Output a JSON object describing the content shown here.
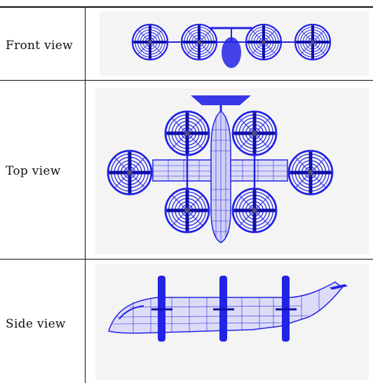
{
  "rows": [
    {
      "label": "Front view"
    },
    {
      "label": "Top view"
    },
    {
      "label": "Side view"
    }
  ],
  "colors": {
    "wireframe": "#2323e6",
    "wireframe_dark": "#0f0fa8",
    "panel_bg": "#f4f4f4",
    "rule": "#111111"
  }
}
